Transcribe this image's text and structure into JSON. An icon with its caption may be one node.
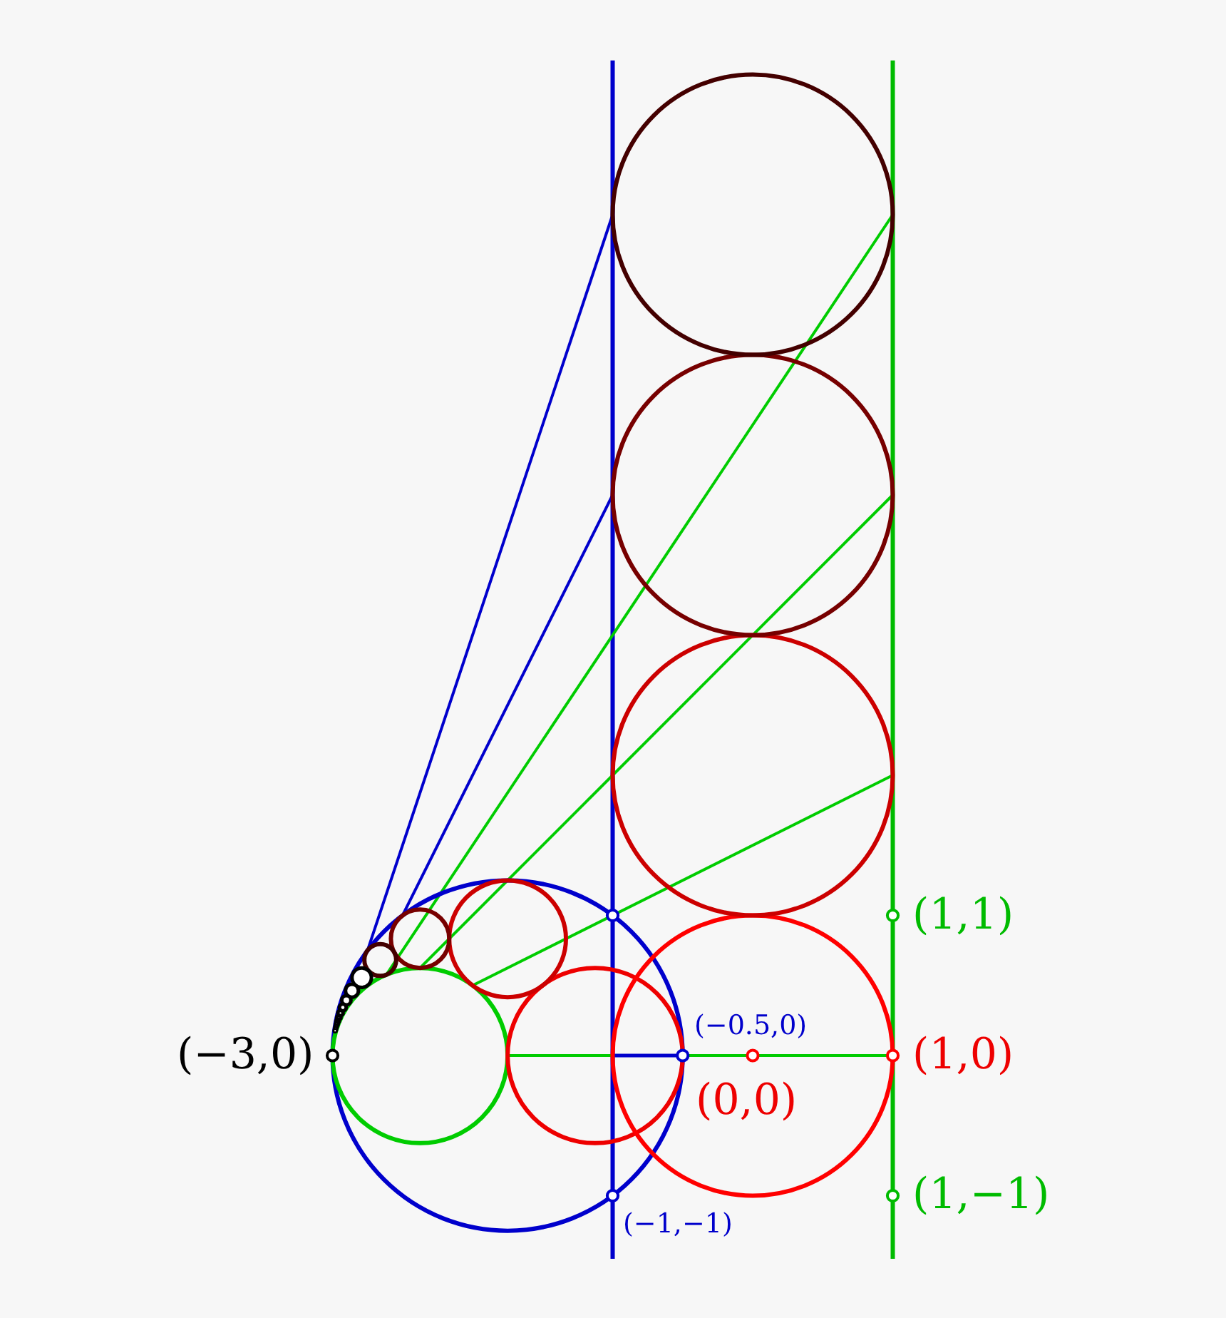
{
  "diagram": {
    "labels": [
      "(1,1)",
      "(−0.5,0)",
      "(−3,0)",
      "(1,0)",
      "(0,0)",
      "(1,−1)",
      "(−1,−1)"
    ]
  }
}
